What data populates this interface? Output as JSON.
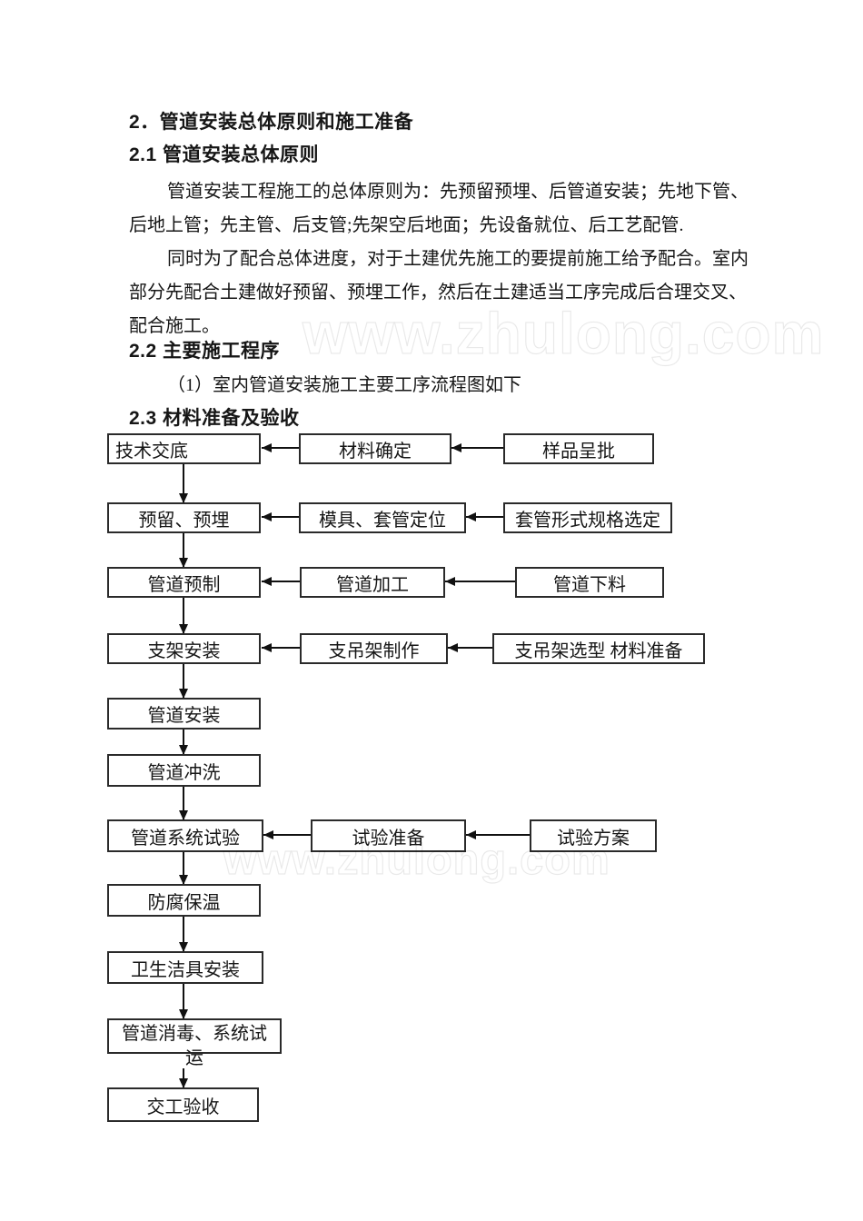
{
  "doc": {
    "h_main": "2．管道安装总体原则和施工准备",
    "h_21": "2.1 管道安装总体原则",
    "p1_line1": "管道安装工程施工的总体原则为：先预留预埋、后管道安装；先地下管、",
    "p1_line2": "后地上管；先主管、后支管;先架空后地面；先设备就位、后工艺配管.",
    "p2_line1": "同时为了配合总体进度，对于土建优先施工的要提前施工给予配合。室内",
    "p2_line2": "部分先配合土建做好预留、预埋工作，然后在土建适当工序完成后合理交叉、",
    "p2_line3": "配合施工。",
    "h_22": "2.2 主要施工程序",
    "list_item1": "（1）室内管道安装施工主要工序流程图如下",
    "h_23": "2.3 材料准备及验收"
  },
  "watermark": {
    "text": "www.zhulong.com"
  },
  "flowchart": {
    "nodes": [
      {
        "label": "技术交底"
      },
      {
        "label": "材料确定"
      },
      {
        "label": "样品呈批"
      },
      {
        "label": "预留、预埋"
      },
      {
        "label": "模具、套管定位"
      },
      {
        "label": "套管形式规格选定"
      },
      {
        "label": "管道预制"
      },
      {
        "label": "管道加工"
      },
      {
        "label": "管道下料"
      },
      {
        "label": "支架安装"
      },
      {
        "label": "支吊架制作"
      },
      {
        "label": "支吊架选型 材料准备"
      },
      {
        "label": "管道安装"
      },
      {
        "label": "管道冲洗"
      },
      {
        "label": "管道系统试验"
      },
      {
        "label": "试验准备"
      },
      {
        "label": "试验方案"
      },
      {
        "label": "防腐保温"
      },
      {
        "label": "卫生洁具安装"
      },
      {
        "label": "管道消毒、系统试运"
      },
      {
        "label": "交工验收"
      }
    ],
    "edges": [
      {
        "from": "材料确定",
        "to": "技术交底"
      },
      {
        "from": "样品呈批",
        "to": "材料确定"
      },
      {
        "from": "技术交底",
        "to": "预留、预埋"
      },
      {
        "from": "模具、套管定位",
        "to": "预留、预埋"
      },
      {
        "from": "套管形式规格选定",
        "to": "模具、套管定位"
      },
      {
        "from": "预留、预埋",
        "to": "管道预制"
      },
      {
        "from": "管道加工",
        "to": "管道预制"
      },
      {
        "from": "管道下料",
        "to": "管道加工"
      },
      {
        "from": "管道预制",
        "to": "支架安装"
      },
      {
        "from": "支吊架制作",
        "to": "支架安装"
      },
      {
        "from": "支吊架选型 材料准备",
        "to": "支吊架制作"
      },
      {
        "from": "支架安装",
        "to": "管道安装"
      },
      {
        "from": "管道安装",
        "to": "管道冲洗"
      },
      {
        "from": "管道冲洗",
        "to": "管道系统试验"
      },
      {
        "from": "试验准备",
        "to": "管道系统试验"
      },
      {
        "from": "试验方案",
        "to": "试验准备"
      },
      {
        "from": "管道系统试验",
        "to": "防腐保温"
      },
      {
        "from": "防腐保温",
        "to": "卫生洁具安装"
      },
      {
        "from": "卫生洁具安装",
        "to": "管道消毒、系统试运"
      },
      {
        "from": "管道消毒、系统试运",
        "to": "交工验收"
      }
    ]
  }
}
